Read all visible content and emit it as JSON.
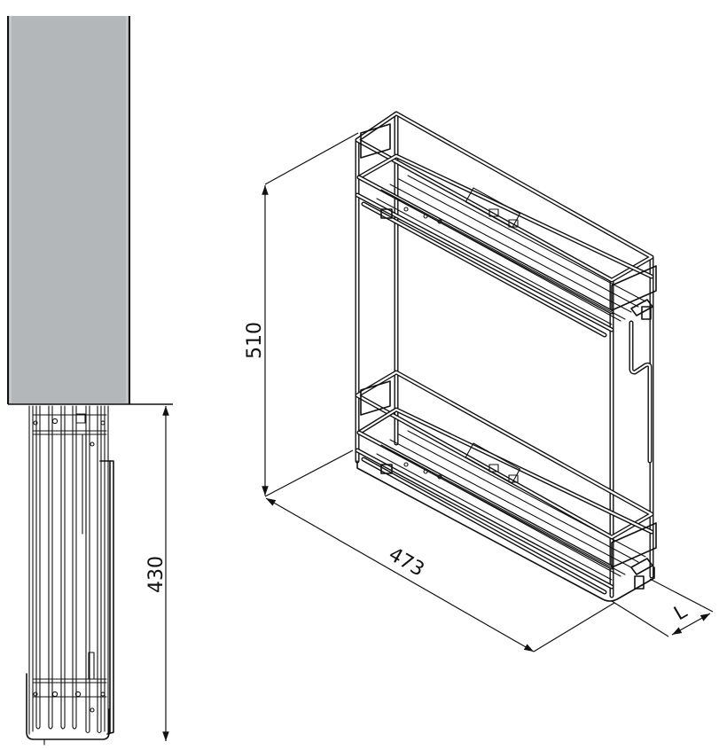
{
  "figure": {
    "type": "technical-product-drawing",
    "subject": "pull-out wire basket with two shelves",
    "views": [
      {
        "name": "side-view",
        "description": "side elevation below grey cabinet panel"
      },
      {
        "name": "isometric-view",
        "description": "3D isometric view of two-tier basket"
      }
    ]
  },
  "dimensions": {
    "side_height": "430",
    "iso_height": "510",
    "iso_depth": "473",
    "iso_width": "L"
  },
  "colors": {
    "panel_fill": "#b4b7ba",
    "line": "#111111",
    "background": "#ffffff"
  }
}
